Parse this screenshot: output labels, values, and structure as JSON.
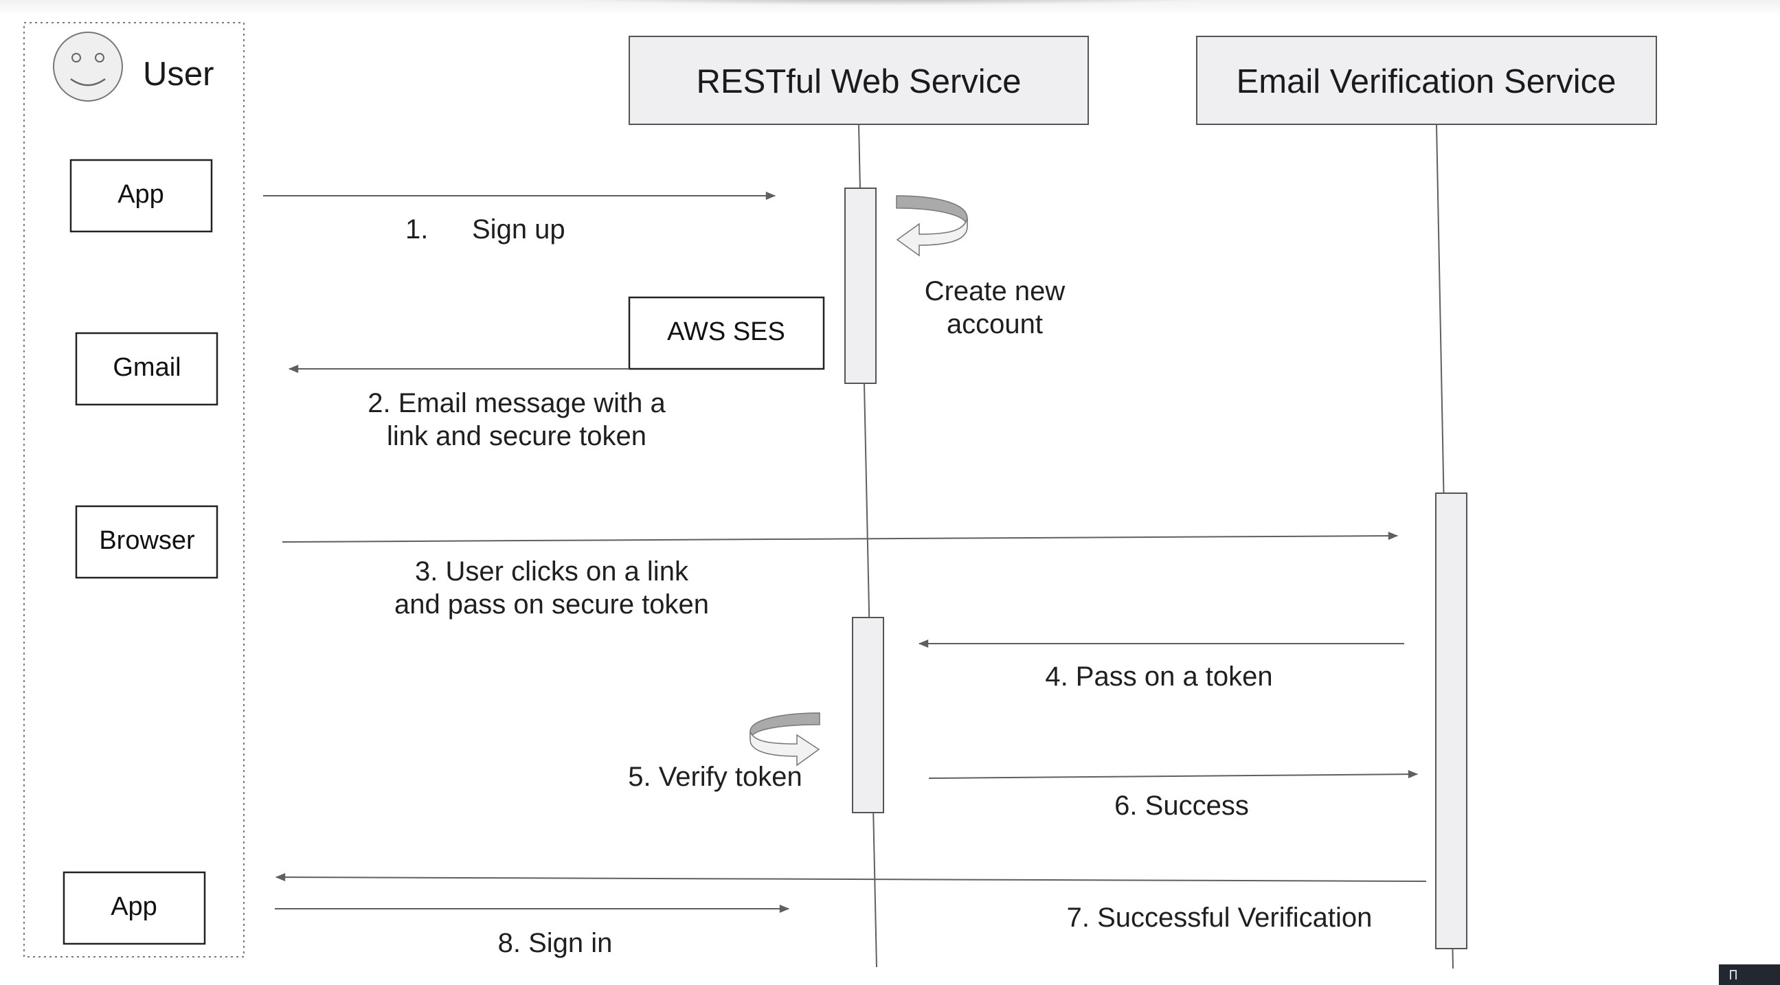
{
  "actor": {
    "label": "User"
  },
  "participants": [
    {
      "label": "RESTful Web Service"
    },
    {
      "label": "Email Verification Service"
    }
  ],
  "clients": {
    "app_top": "App",
    "gmail": "Gmail",
    "browser": "Browser",
    "app_bottom": "App",
    "aws_ses": "AWS SES"
  },
  "messages": {
    "m1_num": "1.",
    "m1_text": "Sign up",
    "self1_line1": "Create new",
    "self1_line2": "account",
    "m2_line1": "2. Email message with a",
    "m2_line2": "link and secure token",
    "m3_line1": "3. User clicks on a link",
    "m3_line2": "and pass on secure token",
    "m4": "4. Pass on a token",
    "m5": "5. Verify token",
    "m6": "6. Success",
    "m7": "7. Successful Verification",
    "m8": "8. Sign in"
  },
  "colors": {
    "line": "#5f5f5f",
    "participant_fill": "#efeef0",
    "activation_fill": "#efeef0",
    "self_arrow_dark": "#aaaaaa",
    "self_arrow_light": "#f2f2f2"
  }
}
